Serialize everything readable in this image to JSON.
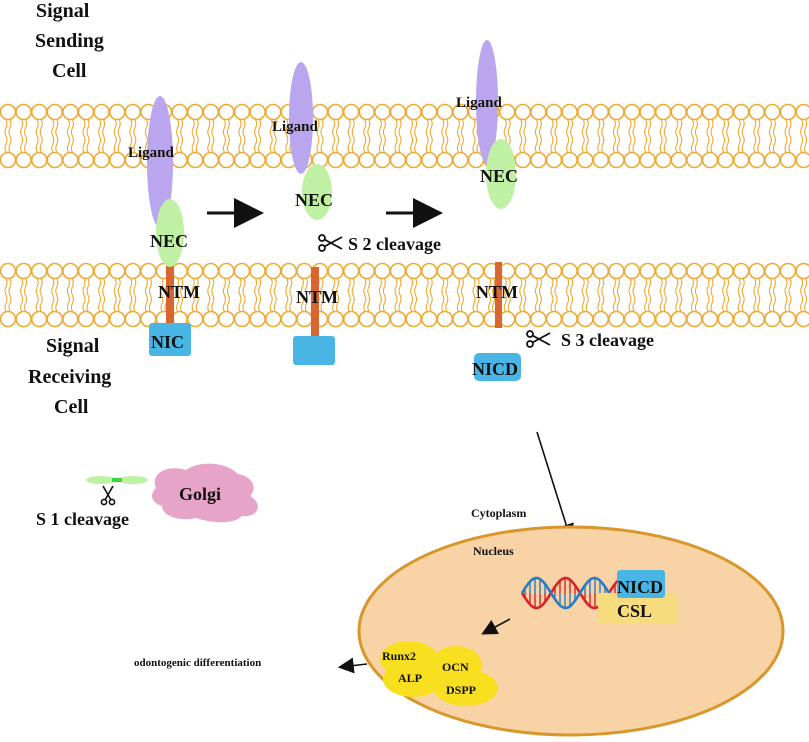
{
  "title_sending": [
    "Signal",
    "Sending",
    "Cell"
  ],
  "title_receiving": [
    "Signal",
    "Receiving",
    "Cell"
  ],
  "labels": {
    "ligand": "Ligand",
    "nec": "NEC",
    "ntm": "NTM",
    "nic": "NIC",
    "nicd": "NICD",
    "s1": "S 1 cleavage",
    "s2": "S 2 cleavage",
    "s3": "S 3 cleavage",
    "golgi": "Golgi",
    "cytoplasm": "Cytoplasm",
    "nucleus": "Nucleus",
    "csl": "CSL",
    "runx2": "Runx2",
    "alp": "ALP",
    "ocn": "OCN",
    "dspp": "DSPP",
    "differentiation": "odontogenic differentiation"
  },
  "colors": {
    "membrane": "#F0A830",
    "ligand": "#B9A6EE",
    "nec": "#BFF0A3",
    "ntm": "#D9662E",
    "nic": "#48B5E4",
    "golgi": "#E6A5C8",
    "nucleus_fill": "#F8D3A6",
    "nucleus_stroke": "#D9962A",
    "csl": "#F6DC7C",
    "gene": "#F8E021",
    "dna_red": "#D8232A",
    "dna_blue": "#2B7BC0"
  },
  "icons": [
    "scissors-icon",
    "arrow-right-icon"
  ]
}
